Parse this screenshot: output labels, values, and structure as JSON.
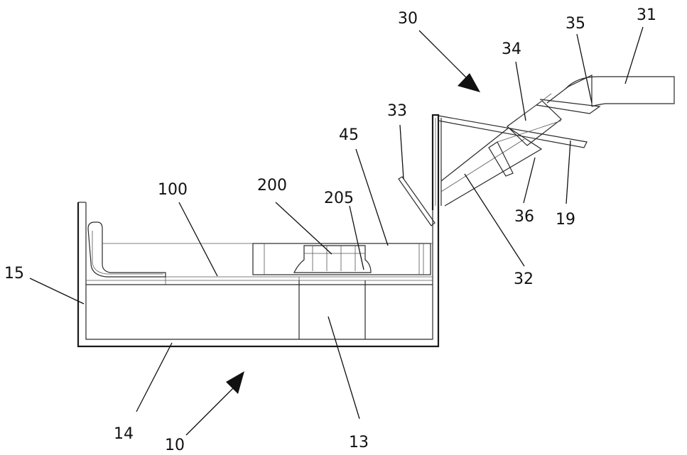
{
  "labels": {
    "l15": "15",
    "l14": "14",
    "l10": "10",
    "l13": "13",
    "l100": "100",
    "l200": "200",
    "l205": "205",
    "l45": "45",
    "l33": "33",
    "l30": "30",
    "l34": "34",
    "l35": "35",
    "l31": "31",
    "l32": "32",
    "l36": "36",
    "l19": "19"
  },
  "colors": {
    "line": "#2a2a2a",
    "label": "#111111",
    "background": "#ffffff"
  }
}
